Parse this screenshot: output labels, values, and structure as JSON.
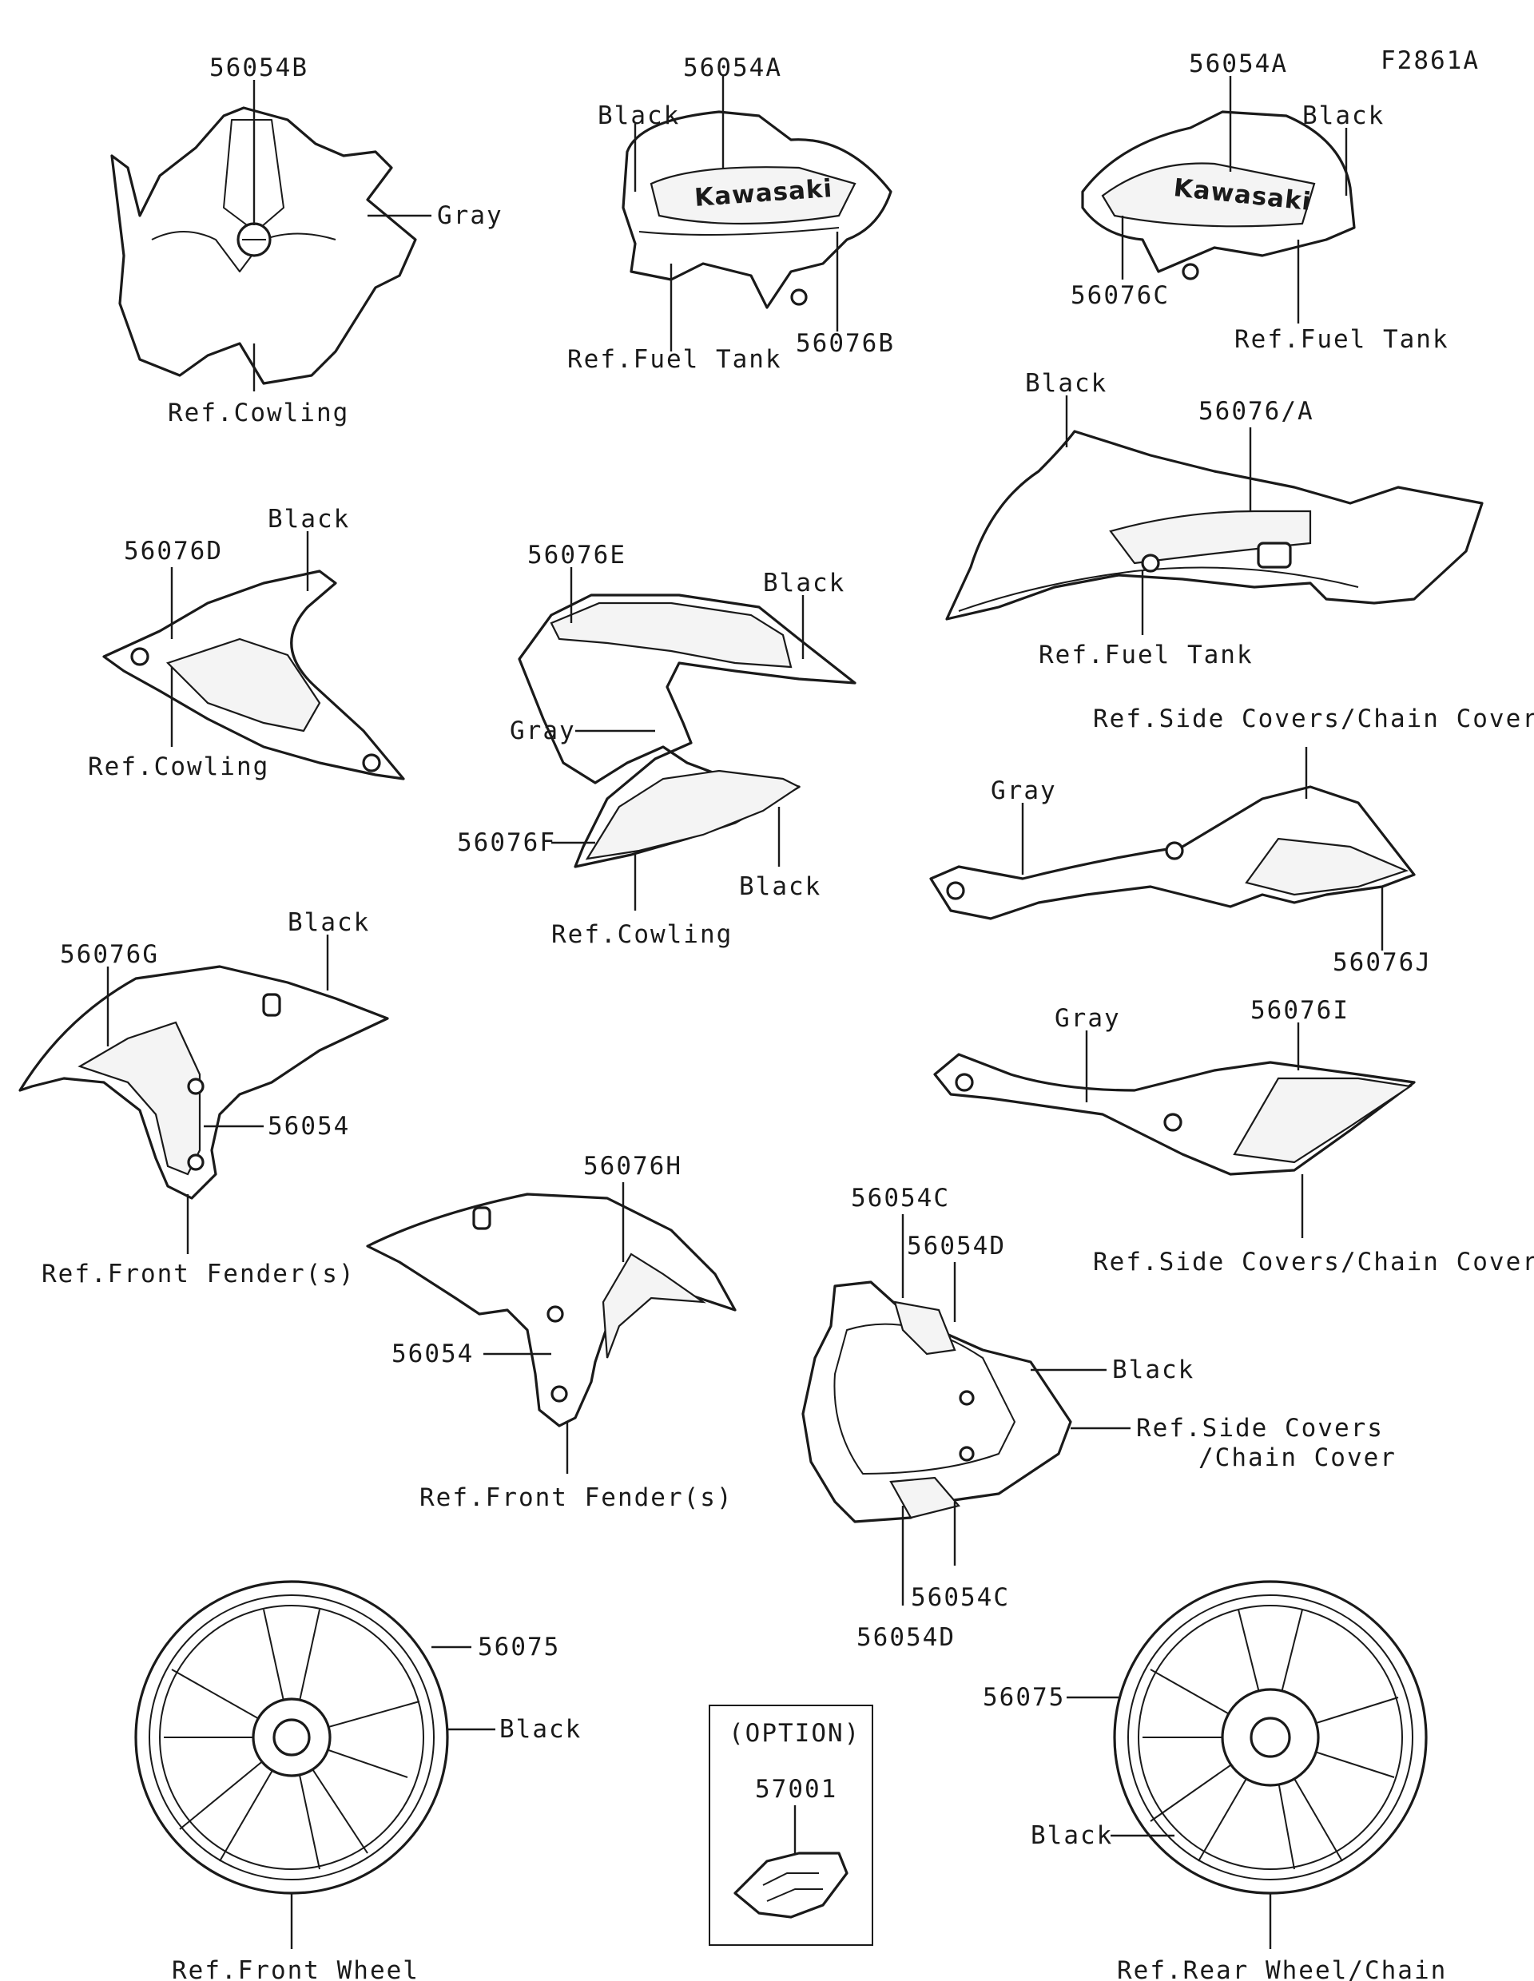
{
  "figure_code": "F2861A",
  "groups": {
    "cowl_front": {
      "part": "56054B",
      "color": "Gray",
      "ref": "Ref.Cowling"
    },
    "tank_left": {
      "part_top": "56054A",
      "color": "Black",
      "ref": "Ref.Fuel Tank",
      "part_bottom": "56076B"
    },
    "tank_right": {
      "part_top": "56054A",
      "color": "Black",
      "part_bottom": "56076C",
      "ref": "Ref.Fuel Tank"
    },
    "tank_side": {
      "color": "Black",
      "part": "56076/A",
      "ref": "Ref.Fuel Tank"
    },
    "shroud_left": {
      "color": "Black",
      "part": "56076D",
      "ref": "Ref.Cowling"
    },
    "shroud_right": {
      "part_top": "56076E",
      "color_top": "Black",
      "color_mid": "Gray",
      "part_bottom": "56076F",
      "color_bottom": "Black",
      "ref": "Ref.Cowling"
    },
    "sidecover_upper": {
      "ref": "Ref.Side Covers/Chain Cover",
      "color": "Gray",
      "part": "56076J"
    },
    "sidecover_lower": {
      "color": "Gray",
      "part": "56076I",
      "ref": "Ref.Side Covers/Chain Cover"
    },
    "fender_left": {
      "color": "Black",
      "part_top": "56076G",
      "part_mid": "56054",
      "ref": "Ref.Front Fender(s)"
    },
    "fender_right": {
      "part_top": "56076H",
      "part_mid": "56054",
      "ref": "Ref.Front Fender(s)"
    },
    "tail": {
      "part_c_top": "56054C",
      "part_d_top": "56054D",
      "color": "Black",
      "ref_line1": "Ref.Side Covers",
      "ref_line2": "/Chain Cover",
      "part_c_bottom": "56054C",
      "part_d_bottom": "56054D"
    },
    "wheel_front": {
      "part": "56075",
      "color": "Black",
      "ref": "Ref.Front Wheel"
    },
    "option": {
      "title": "(OPTION)",
      "part": "57001"
    },
    "wheel_rear": {
      "part": "56075",
      "color": "Black",
      "ref": "Ref.Rear Wheel/Chain"
    }
  },
  "logo_text": "Kawasaki"
}
